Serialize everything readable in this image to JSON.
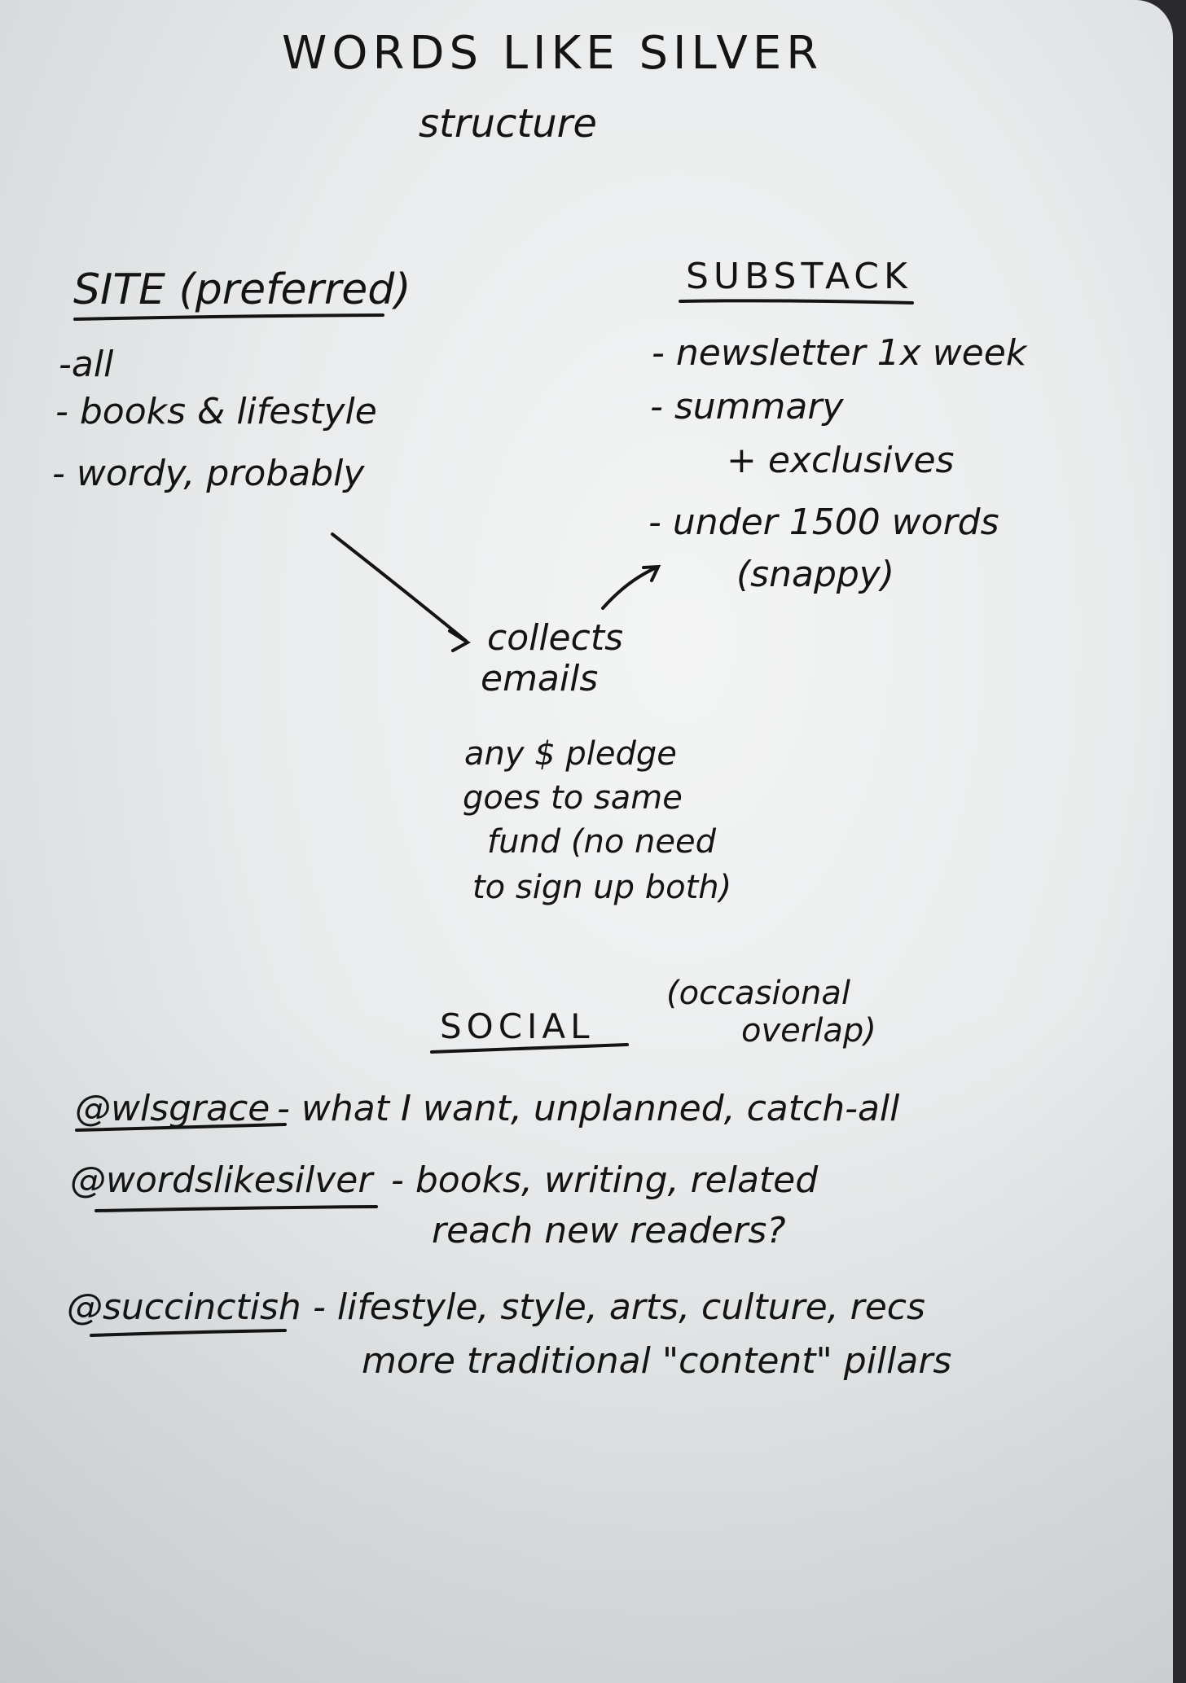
{
  "title": "WORDS LIKE SILVER",
  "subtitle": "structure",
  "site": {
    "heading": "SITE (preferred)",
    "items": [
      "-all",
      "- books & lifestyle",
      "- wordy, probably"
    ]
  },
  "substack": {
    "heading": "SUBSTACK",
    "items": [
      "- newsletter 1x week",
      "- summary",
      "+ exclusives",
      "- under 1500 words",
      "(snappy)"
    ]
  },
  "collects": [
    "collects",
    "emails"
  ],
  "pledge": [
    "any $ pledge",
    "goes to same",
    "fund (no need",
    "to sign up both)"
  ],
  "social": {
    "heading": "SOCIAL",
    "note": [
      "(occasional",
      "overlap)"
    ],
    "accounts": [
      {
        "handle": "@wlsgrace",
        "lines": [
          "- what I want, unplanned, catch-all"
        ]
      },
      {
        "handle": "@wordslikesilver",
        "lines": [
          "- books, writing, related",
          "reach new readers?"
        ]
      },
      {
        "handle": "@succinctish",
        "lines": [
          "- lifestyle, style, arts, culture, recs",
          "more traditional \"content\" pillars"
        ]
      }
    ]
  }
}
